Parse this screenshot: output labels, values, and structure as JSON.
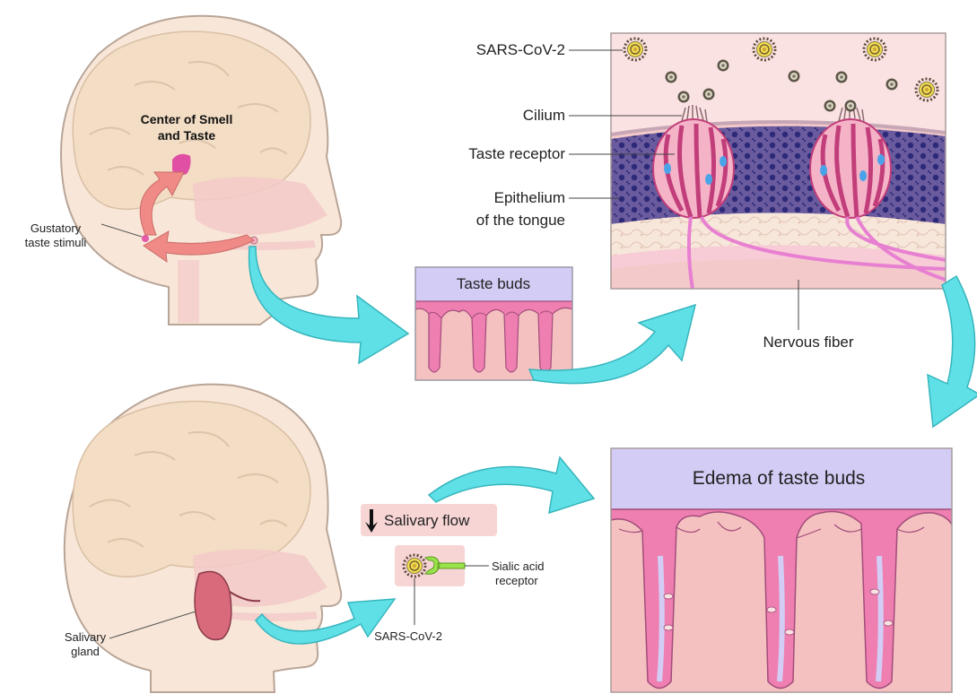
{
  "labels": {
    "center_line1": "Center of Smell",
    "center_line2": "and Taste",
    "gustatory_line1": "Gustatory",
    "gustatory_line2": "taste stimuli",
    "sars_top": "SARS-CoV-2",
    "cilium": "Cilium",
    "taste_receptor": "Taste receptor",
    "epithelium_line1": "Epithelium",
    "epithelium_line2": "of the tongue",
    "taste_buds": "Taste buds",
    "nervous_fiber": "Nervous fiber",
    "edema": "Edema of taste buds",
    "salivary_flow": "Salivary flow",
    "sialic_line1": "Sialic acid",
    "sialic_line2": "receptor",
    "sars_bottom": "SARS-CoV-2",
    "gland_line1": "Salivary",
    "gland_line2": "gland"
  },
  "icons": {
    "salivary_flow_arrow": "down-arrow-icon"
  },
  "colors": {
    "head_fill": "#f8e7d8",
    "head_stroke": "#b9a597",
    "brain_fill": "#f3ddc4",
    "nasal_pink": "#f3c9c9",
    "stimulus_arrow": "#f08a86",
    "flow_arrow": "#5fe0e6",
    "bud_pink": "#ee7fb0",
    "bud_base": "#f5c1c0",
    "bud_top_lavender": "#d3cdf6",
    "epithelium_dark": "#5a4c90",
    "label_box_pink": "#f8d5d5",
    "virus": "#f1e050"
  }
}
